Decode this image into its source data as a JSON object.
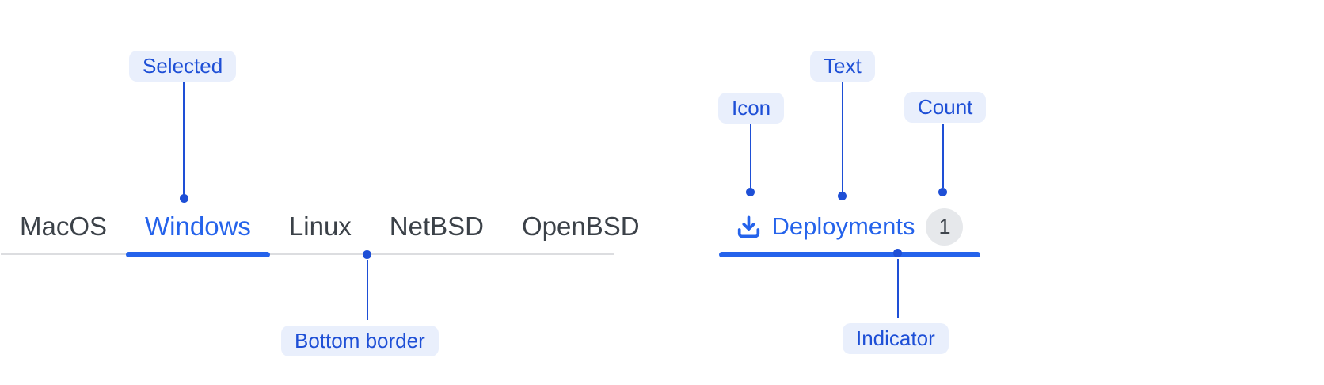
{
  "left_tabs": {
    "items": [
      {
        "label": "MacOS",
        "selected": false
      },
      {
        "label": "Windows",
        "selected": true
      },
      {
        "label": "Linux",
        "selected": false
      },
      {
        "label": "NetBSD",
        "selected": false
      },
      {
        "label": "OpenBSD",
        "selected": false
      }
    ]
  },
  "right_tab": {
    "icon": "download-icon",
    "label": "Deployments",
    "count": "1"
  },
  "annotations": {
    "selected": "Selected",
    "bottom_border": "Bottom border",
    "icon": "Icon",
    "text": "Text",
    "count": "Count",
    "indicator": "Indicator"
  },
  "colors": {
    "component_blue": "#2563eb",
    "annotation_blue": "#1e4fd6",
    "annotation_bg": "#e9effc",
    "tab_text": "#3b4148",
    "border_gray": "#dcdde0",
    "badge_bg": "#e6e8eb",
    "badge_text": "#3f454d"
  }
}
